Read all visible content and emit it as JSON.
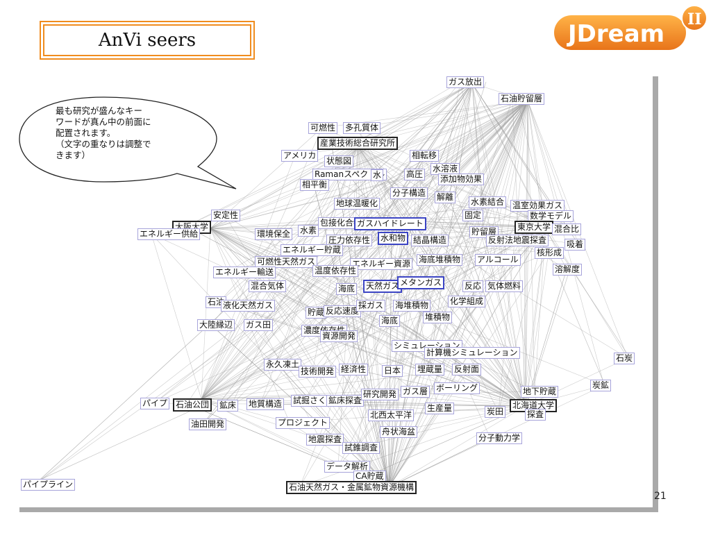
{
  "slide": {
    "title": "AnVi seers",
    "logo_text": "JDream",
    "logo_suffix": "II",
    "page_number": "21",
    "callout": {
      "line1": "最も研究が盛んなキー",
      "line2": "ワードが真ん中の前面に",
      "line3": "配置されます。",
      "line4": "（文字の重なりは調整で",
      "line5": "きます）"
    },
    "colors": {
      "accent": "#f08c1e",
      "node_border": "#a6a3da",
      "highlight_border": "#3b44c4",
      "edge": "#9e9e9e"
    }
  },
  "nodes": [
    {
      "id": "n0",
      "label": "ガス放出"
    },
    {
      "id": "n1",
      "label": "石油貯留層"
    },
    {
      "id": "n2",
      "label": "可燃性"
    },
    {
      "id": "n3",
      "label": "多孔質体"
    },
    {
      "id": "n4",
      "label": "産業技術総合研究所"
    },
    {
      "id": "n5",
      "label": "アメリカ"
    },
    {
      "id": "n6",
      "label": "状態図"
    },
    {
      "id": "n7",
      "label": "相転移"
    },
    {
      "id": "n8",
      "label": "Ramanスペクトル"
    },
    {
      "id": "n9",
      "label": "水"
    },
    {
      "id": "n10",
      "label": "高圧"
    },
    {
      "id": "n11",
      "label": "水溶液"
    },
    {
      "id": "n12",
      "label": "添加物効果"
    },
    {
      "id": "n13",
      "label": "相平衡"
    },
    {
      "id": "n14",
      "label": "分子構造"
    },
    {
      "id": "n15",
      "label": "解離"
    },
    {
      "id": "n16",
      "label": "地球温暖化"
    },
    {
      "id": "n17",
      "label": "水素結合"
    },
    {
      "id": "n18",
      "label": "温室効果ガス"
    },
    {
      "id": "n19",
      "label": "安定性"
    },
    {
      "id": "n20",
      "label": "数学モデル"
    },
    {
      "id": "n21",
      "label": "固定"
    },
    {
      "id": "n22",
      "label": "包接化合物"
    },
    {
      "id": "n23",
      "label": "ガスハイドレート"
    },
    {
      "id": "n24",
      "label": "大阪大学"
    },
    {
      "id": "n25",
      "label": "東京大学"
    },
    {
      "id": "n26",
      "label": "混合比"
    },
    {
      "id": "n27",
      "label": "エネルギー供給"
    },
    {
      "id": "n28",
      "label": "環境保全"
    },
    {
      "id": "n29",
      "label": "水素"
    },
    {
      "id": "n30",
      "label": "圧力依存性"
    },
    {
      "id": "n31",
      "label": "水和物"
    },
    {
      "id": "n32",
      "label": "結晶構造"
    },
    {
      "id": "n33",
      "label": "貯留層"
    },
    {
      "id": "n34",
      "label": "反射法地震探査"
    },
    {
      "id": "n35",
      "label": "吸着"
    },
    {
      "id": "n36",
      "label": "核形成"
    },
    {
      "id": "n37",
      "label": "エネルギー貯蔵"
    },
    {
      "id": "n38",
      "label": "可燃性天然ガス"
    },
    {
      "id": "n39",
      "label": "エネルギー資源"
    },
    {
      "id": "n40",
      "label": "海底堆積物"
    },
    {
      "id": "n41",
      "label": "アルコール"
    },
    {
      "id": "n42",
      "label": "溶解度"
    },
    {
      "id": "n43",
      "label": "エネルギー輸送"
    },
    {
      "id": "n44",
      "label": "温度依存性"
    },
    {
      "id": "n45",
      "label": "混合気体"
    },
    {
      "id": "n46",
      "label": "海底"
    },
    {
      "id": "n47",
      "label": "天然ガス"
    },
    {
      "id": "n48",
      "label": "メタンガス"
    },
    {
      "id": "n49",
      "label": "反応"
    },
    {
      "id": "n50",
      "label": "気体燃料"
    },
    {
      "id": "n51",
      "label": "石油"
    },
    {
      "id": "n52",
      "label": "液化天然ガス"
    },
    {
      "id": "n53",
      "label": "貯蔵"
    },
    {
      "id": "n54",
      "label": "反応速度"
    },
    {
      "id": "n55",
      "label": "採ガス"
    },
    {
      "id": "n56",
      "label": "海堆積物"
    },
    {
      "id": "n57",
      "label": "化学組成"
    },
    {
      "id": "n58",
      "label": "大陸縁辺"
    },
    {
      "id": "n59",
      "label": "ガス田"
    },
    {
      "id": "n60",
      "label": "海底"
    },
    {
      "id": "n61",
      "label": "堆積物"
    },
    {
      "id": "n62",
      "label": "濃度依存性"
    },
    {
      "id": "n63",
      "label": "資源開発"
    },
    {
      "id": "n64",
      "label": "シミュレーション"
    },
    {
      "id": "n65",
      "label": "計算機シミュレーション"
    },
    {
      "id": "n66",
      "label": "石炭"
    },
    {
      "id": "n67",
      "label": "永久凍土"
    },
    {
      "id": "n68",
      "label": "技術開発"
    },
    {
      "id": "n69",
      "label": "経済性"
    },
    {
      "id": "n70",
      "label": "日本"
    },
    {
      "id": "n71",
      "label": "埋蔵量"
    },
    {
      "id": "n72",
      "label": "反射面"
    },
    {
      "id": "n73",
      "label": "炭鉱"
    },
    {
      "id": "n74",
      "label": "地下貯蔵"
    },
    {
      "id": "n75",
      "label": "パイプ"
    },
    {
      "id": "n76",
      "label": "石油公団"
    },
    {
      "id": "n77",
      "label": "鉱床"
    },
    {
      "id": "n78",
      "label": "地質構造"
    },
    {
      "id": "n79",
      "label": "試掘さく"
    },
    {
      "id": "n80",
      "label": "鉱床探査"
    },
    {
      "id": "n81",
      "label": "研究開発"
    },
    {
      "id": "n82",
      "label": "ガス層"
    },
    {
      "id": "n83",
      "label": "ボーリング"
    },
    {
      "id": "n84",
      "label": "北海道大学"
    },
    {
      "id": "n85",
      "label": "生産量"
    },
    {
      "id": "n86",
      "label": "炭田"
    },
    {
      "id": "n87",
      "label": "探査"
    },
    {
      "id": "n88",
      "label": "北西太平洋"
    },
    {
      "id": "n89",
      "label": "油田開発"
    },
    {
      "id": "n90",
      "label": "プロジェクト"
    },
    {
      "id": "n91",
      "label": "舟状海盆"
    },
    {
      "id": "n92",
      "label": "地震探査"
    },
    {
      "id": "n93",
      "label": "試錐調査"
    },
    {
      "id": "n94",
      "label": "分子動力学"
    },
    {
      "id": "n95",
      "label": "データ解析"
    },
    {
      "id": "n96",
      "label": "CA貯蔵"
    },
    {
      "id": "n97",
      "label": "石油天然ガス・金属鉱物資源機構"
    },
    {
      "id": "n98",
      "label": "パイプライン"
    }
  ]
}
